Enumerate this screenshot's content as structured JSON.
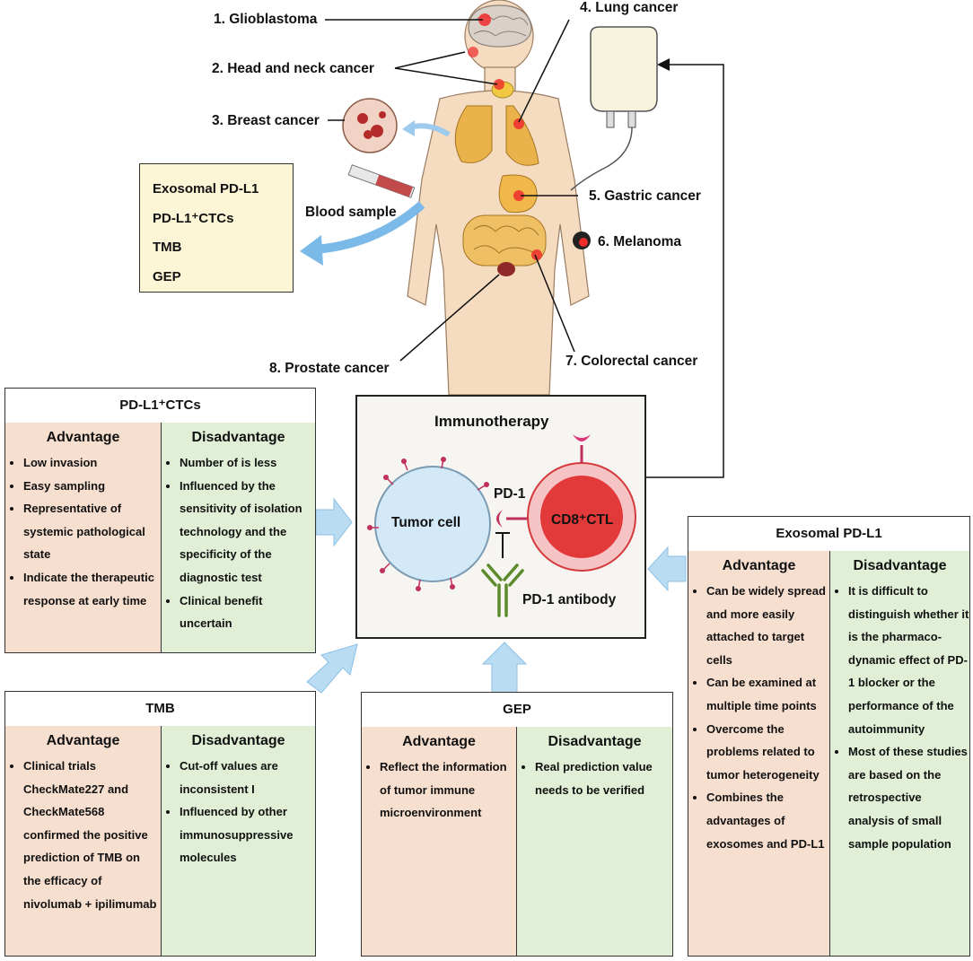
{
  "cancers": [
    {
      "label": "1. Glioblastoma"
    },
    {
      "label": "2. Head and neck cancer"
    },
    {
      "label": "3. Breast cancer"
    },
    {
      "label": "4. Lung cancer"
    },
    {
      "label": "5. Gastric cancer"
    },
    {
      "label": "6. Melanoma"
    },
    {
      "label": "7. Colorectal cancer"
    },
    {
      "label": "8. Prostate cancer"
    }
  ],
  "blood_sample": "Blood sample",
  "markers": [
    "Exosomal PD-L1",
    "PD-L1⁺CTCs",
    "TMB",
    "GEP"
  ],
  "immunotherapy": {
    "title": "Immunotherapy",
    "tumor_cell": "Tumor cell",
    "pd1": "PD-1",
    "ctl": "CD8⁺CTL",
    "antibody": "PD-1 antibody"
  },
  "panels": {
    "ctcs": {
      "title": "PD-L1⁺CTCs",
      "advantage_title": "Advantage",
      "disadvantage_title": "Disadvantage",
      "advantages": [
        "Low invasion",
        "Easy sampling",
        "Representative of systemic pathological state",
        "Indicate the therapeutic response at early time"
      ],
      "disadvantages": [
        "Number of is less",
        "Influenced by the sensitivity of isolation technology and the specificity of the diagnostic test",
        "Clinical benefit uncertain"
      ]
    },
    "tmb": {
      "title": "TMB",
      "advantage_title": "Advantage",
      "disadvantage_title": "Disadvantage",
      "advantages": [
        "Clinical trials CheckMate227 and CheckMate568 confirmed the positive prediction of TMB on the efficacy of nivolumab + ipilimumab"
      ],
      "disadvantages": [
        "Cut-off values are inconsistent I",
        "Influenced by other immunosuppressive molecules"
      ]
    },
    "gep": {
      "title": "GEP",
      "advantage_title": "Advantage",
      "disadvantage_title": "Disadvantage",
      "advantages": [
        "Reflect the information of tumor immune microenvironment"
      ],
      "disadvantages": [
        "Real prediction value needs to be verified"
      ]
    },
    "exosomal": {
      "title": "Exosomal PD-L1",
      "advantage_title": "Advantage",
      "disadvantage_title": "Disadvantage",
      "advantages": [
        "Can be widely spread and more easily attached to target cells",
        "Can be examined at multiple time points",
        "Overcome the problems related to tumor heterogeneity",
        "Combines the advantages of exosomes and PD-L1"
      ],
      "disadvantages": [
        "It is difficult to distinguish whether it is the pharmaco-dynamic effect of PD-1 blocker or the performance of the autoimmunity",
        "Most of these studies are based on the retrospective analysis of small sample population"
      ]
    }
  },
  "colors": {
    "advantage_bg": "#f7dfd0",
    "disadvantage_bg": "#e1efd6",
    "markers_bg": "#fdf6d6",
    "arrow_blue": "#b9dcf3",
    "tumor_marker": "#e03030",
    "ctl_red": "#e23a3a",
    "skin": "#f5dcc0"
  }
}
